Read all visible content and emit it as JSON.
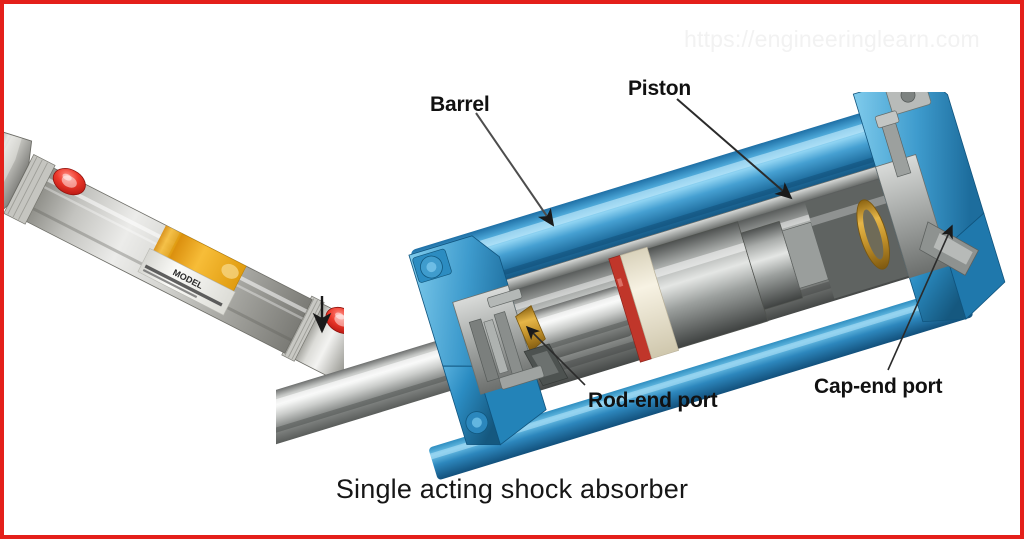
{
  "figure": {
    "caption": "Single acting shock absorber",
    "watermark": "https://engineeringlearn.com",
    "border_color": "#e4201a",
    "background_color": "#ffffff"
  },
  "labels": {
    "barrel": "Barrel",
    "piston": "Piston",
    "rod_end_port": "Rod-end port",
    "cap_end_port": "Cap-end port"
  },
  "photo": {
    "name": "pneumatic-cylinder-photograph",
    "description_text": "MODEL",
    "colors": {
      "steel_light": "#e2e2e0",
      "steel_mid": "#b9b9b5",
      "steel_dark": "#8d8d88",
      "port_red": "#e32b22",
      "label_yellow": "#f0a81c",
      "label_white": "#f4f3ee",
      "cap_red": "#cc1f1b"
    }
  },
  "cutaway": {
    "name": "cutaway-cylinder-diagram",
    "colors": {
      "blue_light": "#74c2e8",
      "blue_mid": "#2e8fc4",
      "blue_dark": "#1d6ea3",
      "blue_deep": "#14557f",
      "chrome_light": "#f0f0ee",
      "chrome_mid": "#b4b5b2",
      "chrome_dark": "#6f7170",
      "seal_red": "#c0362a",
      "seal_cream": "#efe7d4",
      "brass": "#c9992e"
    }
  }
}
